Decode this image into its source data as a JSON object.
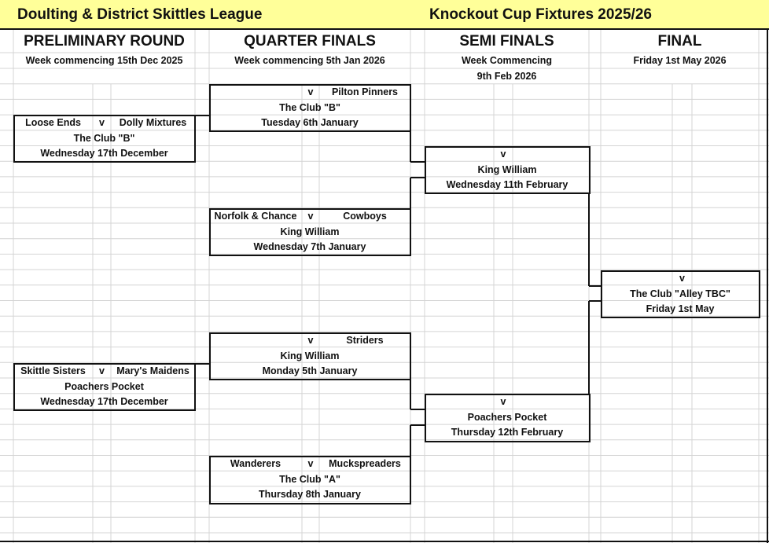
{
  "title": {
    "league": "Doulting & District Skittles League",
    "competition": "Knockout Cup Fixtures 2025/26"
  },
  "rounds": {
    "preliminary": {
      "heading": "PRELIMINARY ROUND",
      "week": "Week commencing 15th Dec 2025"
    },
    "quarter": {
      "heading": "QUARTER FINALS",
      "week": "Week commencing 5th Jan 2026"
    },
    "semi": {
      "heading": "SEMI FINALS",
      "week": "Week Commencing",
      "week2": "9th Feb 2026"
    },
    "final": {
      "heading": "FINAL",
      "week": "Friday 1st May 2026"
    }
  },
  "fixtures": {
    "p1": {
      "home": "Loose Ends",
      "v": "v",
      "away": "Dolly Mixtures",
      "venue": "The Club \"B\"",
      "date": "Wednesday 17th December"
    },
    "p2": {
      "home": "Skittle Sisters",
      "v": "v",
      "away": "Mary's Maidens",
      "venue": "Poachers Pocket",
      "date": "Wednesday 17th December"
    },
    "q1": {
      "home": "",
      "v": "v",
      "away": "Pilton Pinners",
      "venue": "The Club \"B\"",
      "date": "Tuesday 6th January"
    },
    "q2": {
      "home": "Norfolk & Chance",
      "v": "v",
      "away": "Cowboys",
      "venue": "King William",
      "date": "Wednesday 7th January"
    },
    "q3": {
      "home": "",
      "v": "v",
      "away": "Striders",
      "venue": "King William",
      "date": "Monday 5th January"
    },
    "q4": {
      "home": "Wanderers",
      "v": "v",
      "away": "Muckspreaders",
      "venue": "The Club \"A\"",
      "date": "Thursday 8th January"
    },
    "s1": {
      "v": "v",
      "venue": "King William",
      "date": "Wednesday 11th February"
    },
    "s2": {
      "v": "v",
      "venue": "Poachers Pocket",
      "date": "Thursday 12th February"
    },
    "f": {
      "v": "v",
      "venue": "The Club \"Alley TBC\"",
      "date": "Friday 1st May"
    }
  }
}
